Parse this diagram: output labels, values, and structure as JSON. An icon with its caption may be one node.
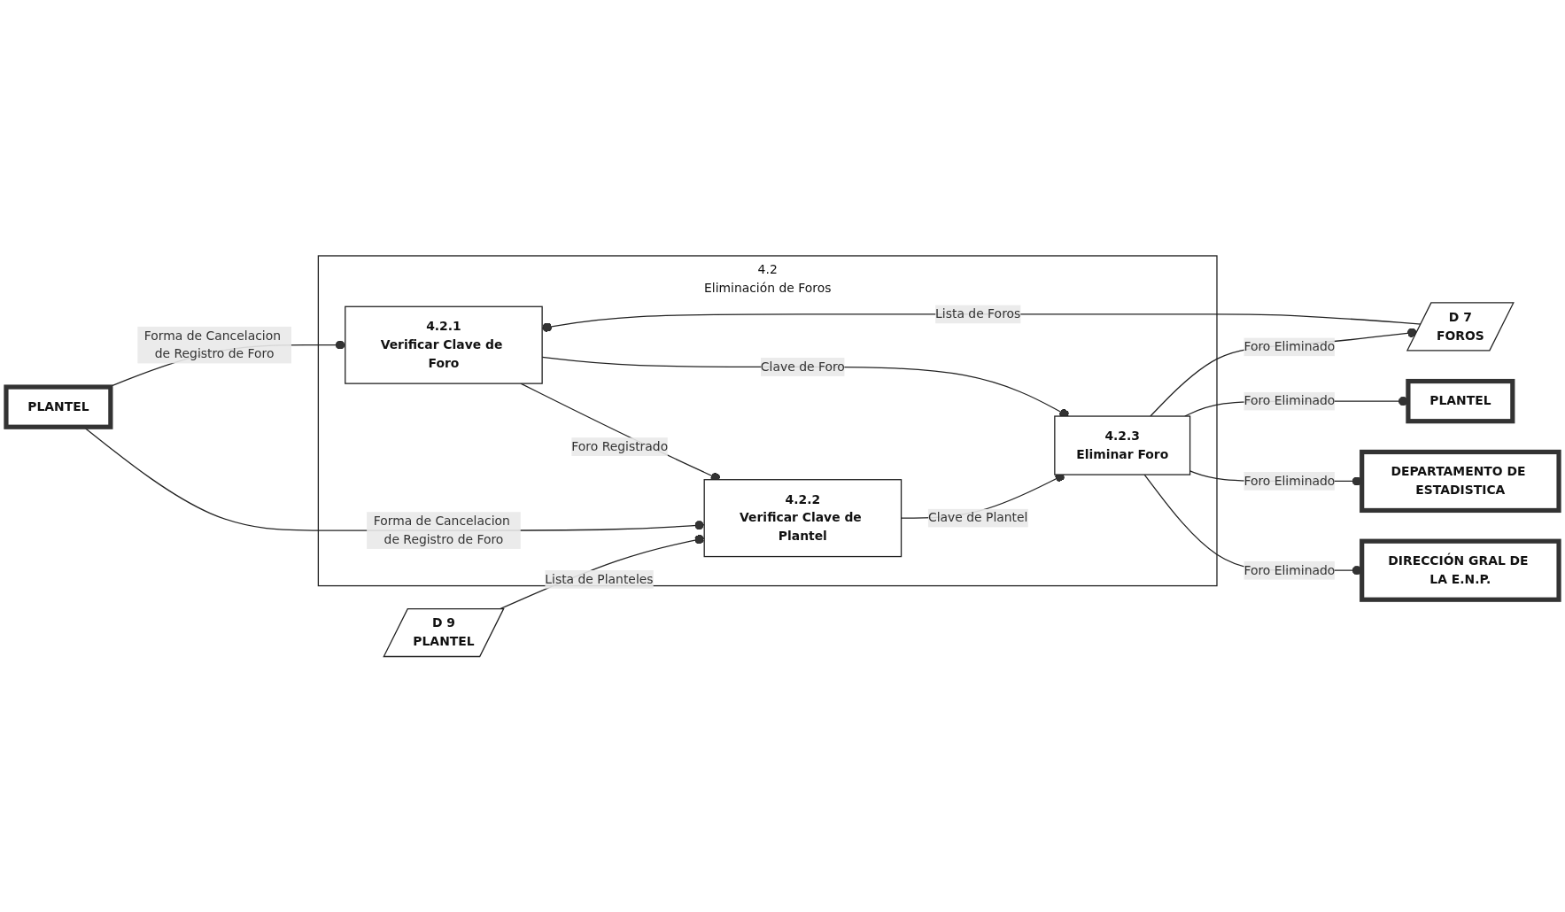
{
  "diagram": {
    "nodes": [
      {
        "text": [
          "4.2",
          "Eliminación de Foros"
        ]
      },
      {
        "text": [
          "PLANTEL"
        ]
      },
      {
        "text": [
          "4.2.1",
          "Verificar Clave de Foro"
        ],
        "in": 0
      },
      {
        "text": [
          "4.2.2",
          "Verificar Clave de Plantel"
        ],
        "in": 0
      },
      {
        "text": [
          "4.2.3",
          "Eliminar Foro"
        ],
        "in": 0
      },
      {
        "text": [
          "DIRECCIÓN GRAL DE LA E.N.P."
        ]
      },
      {
        "text": [
          "DEPARTAMENTO DE ESTADISTICA"
        ]
      },
      {
        "text": [
          "PLANTEL"
        ]
      },
      {
        "text": [
          "D 7",
          "FOROS"
        ]
      },
      {
        "text": [
          "D 9",
          "PLANTEL"
        ]
      }
    ],
    "edges": [
      {
        "from": 1,
        "to": 3,
        "arrow": "other",
        "label": "Forma de Cancelacion de Registro de Foro"
      },
      {
        "from": 1,
        "to": 2,
        "arrow": "other",
        "label": "Forma de Cancelacion de Registro de Foro"
      },
      {
        "from": 8,
        "to": 2,
        "arrow": "other",
        "label": "Lista de Foros"
      },
      {
        "from": 2,
        "to": 3,
        "arrow": "other",
        "label": "Foro Registrado"
      },
      {
        "from": 3,
        "to": 4,
        "arrow": "other",
        "label": "Clave de Plantel"
      },
      {
        "from": 9,
        "to": 3,
        "arrow": "other",
        "label": "Lista de Planteles"
      },
      {
        "from": 2,
        "to": 4,
        "arrow": "other",
        "label": "Clave de Foro"
      },
      {
        "from": 4,
        "to": 5,
        "arrow": "other",
        "label": "Foro Eliminado"
      },
      {
        "from": 4,
        "to": 6,
        "arrow": "other",
        "label": "Foro Eliminado"
      },
      {
        "from": 4,
        "to": 7,
        "arrow": "other",
        "label": "Foro Eliminado"
      },
      {
        "from": 4,
        "to": 8,
        "arrow": "other",
        "label": "Foro Eliminado"
      }
    ]
  }
}
